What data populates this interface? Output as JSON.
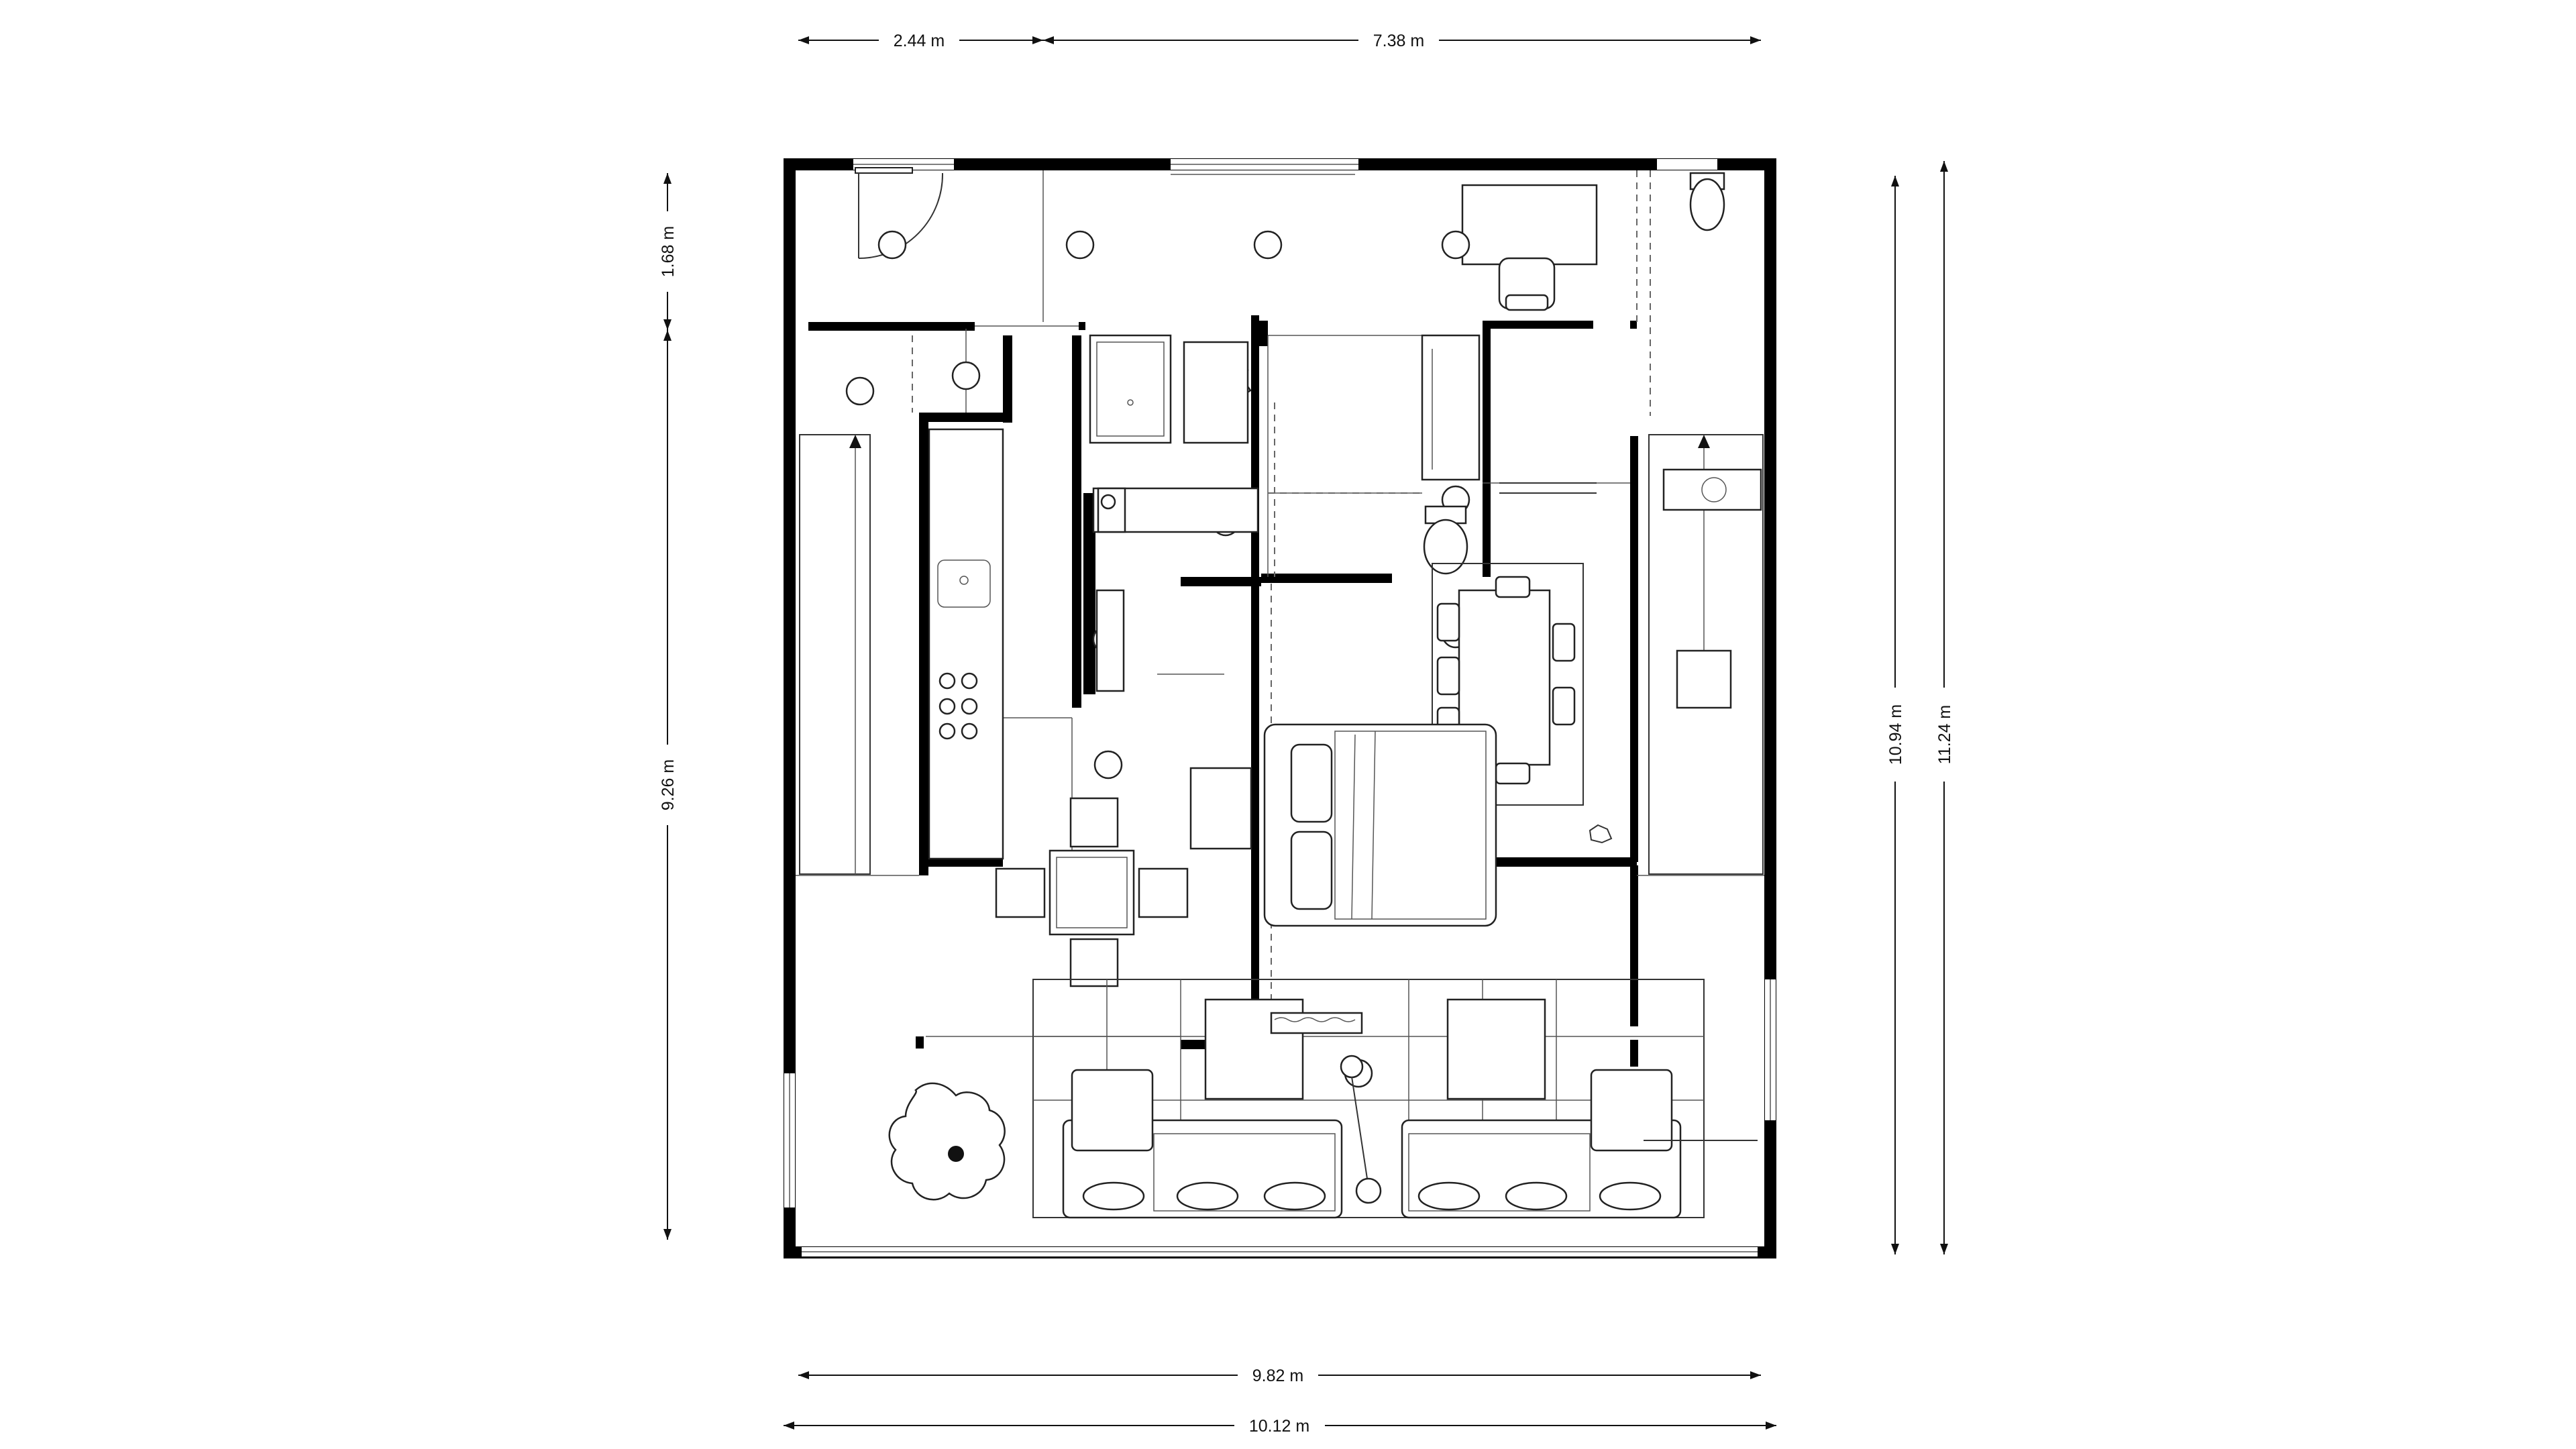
{
  "dimensions": {
    "top_left": "2.44 m",
    "top_right": "7.38 m",
    "bottom_inner": "9.82 m",
    "bottom_outer": "10.12 m",
    "left_upper": "1.68 m",
    "left_lower": "9.26 m",
    "right_inner": "10.94 m",
    "right_outer": "11.24 m"
  }
}
